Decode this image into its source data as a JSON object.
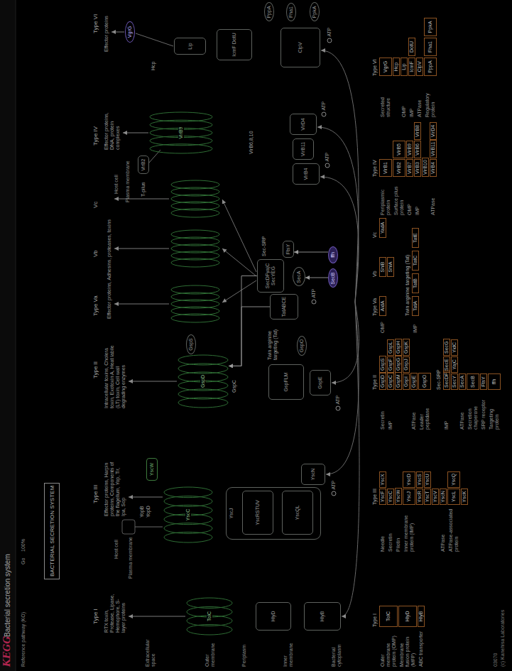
{
  "diagram": {
    "title": "Bacterial secretion system",
    "nodes": [
      {
        "text": [
          "BACTERIAL SECRETION SYSTEM"
        ]
      },
      {
        "text": [
          "TolC"
        ]
      },
      {
        "text": [
          "HlyD"
        ]
      },
      {
        "text": [
          "HlyB"
        ]
      },
      {
        "text": [
          "YscW"
        ]
      },
      {
        "text": [
          "YscC"
        ]
      },
      {
        "text": [
          "YscJ"
        ]
      },
      {
        "text": [
          "YscRSTUV"
        ],
        "in": 6
      },
      {
        "text": [
          "YscQL"
        ],
        "in": 6
      },
      {
        "text": [
          "YscN"
        ]
      },
      {
        "text": [
          "ATP"
        ]
      },
      {
        "text": [
          "GspD"
        ]
      },
      {
        "text": [
          "GspS"
        ]
      },
      {
        "text": [
          "GspFLM"
        ]
      },
      {
        "text": [
          "GspE"
        ]
      },
      {
        "text": [
          "ATP"
        ]
      },
      {
        "text": [
          "GspO"
        ]
      },
      {
        "text": [
          "TatABCE"
        ]
      },
      {
        "text": [
          "SecDFyajC",
          "SecYEG"
        ]
      },
      {
        "text": [
          "FtsY"
        ]
      },
      {
        "text": [
          "SecA"
        ]
      },
      {
        "text": [
          "ATP"
        ]
      },
      {
        "text": [
          "SecB"
        ]
      },
      {
        "text": [
          "ffh"
        ]
      },
      {
        "text": [
          "VirB2"
        ]
      },
      {
        "text": [
          "VirB9"
        ]
      },
      {
        "text": [
          "VirB4"
        ]
      },
      {
        "text": [
          "VirB11"
        ]
      },
      {
        "text": [
          "VirD4"
        ]
      },
      {
        "text": [
          "ATP"
        ]
      },
      {
        "text": [
          "ATP"
        ]
      },
      {
        "text": [
          "VgrG"
        ]
      },
      {
        "text": [
          "Lip"
        ]
      },
      {
        "text": [
          "IcmF DotU"
        ]
      },
      {
        "text": [
          "ClpV"
        ]
      },
      {
        "text": [
          "PppA"
        ]
      },
      {
        "text": [
          "Fha1"
        ]
      },
      {
        "text": [
          "PpkA"
        ]
      },
      {
        "text": [
          "ATP"
        ]
      }
    ],
    "edges": [
      {
        "from": 22,
        "to": 20,
        "arrow": "to"
      },
      {
        "from": 23,
        "to": 19,
        "arrow": "to"
      },
      {
        "from": 18,
        "to": 11,
        "arrow": "to"
      },
      {
        "from": 17,
        "to": 11,
        "arrow": "to"
      }
    ],
    "labels": [
      "KEGG",
      "Reference pathway (KO)",
      "Go",
      "100%",
      "Type I",
      "Type III",
      "Type II",
      "Type Va",
      "Vb",
      "Vc",
      "Type IV",
      "Type VI",
      "Extracellular space",
      "Outer membrane",
      "Periplasm",
      "Inner membrane",
      "Bacterial cytoplasm",
      "RTX toxin, Protease, Lipase, Hemophore, S-layer proteins",
      "Effector proteins, Harpin proteins, Components of the flagellum, Yop, Tir, Ipa, Sop",
      "Intracellular toxins, Cholera toxin, Exotoxin A, Heat labile (LT) toxin, Cell wall degrading enzymes",
      "Effector proteins, Adhesins, proteases, toxins",
      "Effector proteins, DNA, protein complexes",
      "Effector proteins",
      "Host cell",
      "Plasma membrane",
      "Host cell",
      "Plasma membrane",
      "YopB",
      "YopD",
      "GspC",
      "Twin arginine targeting (Tat)",
      "Sec-SRP",
      "T-pilus",
      "VirB6,8,10",
      "Hcp",
      "03070",
      "(c) Kanehisa Laboratories",
      "Type I",
      "Outer membrane protein (OMP)",
      "TolC",
      "Membrane fusion protein (MFP)",
      "HlyD",
      "ABC transporter",
      "HlyB",
      "Type III",
      "Needle",
      "YscF",
      "YscX",
      "Secretin",
      "YscC",
      "Pilotin",
      "YscW",
      "Inner membrane protein (IMP)",
      "YscJ",
      "YscD",
      "YscR",
      "YscS",
      "YscT",
      "YscU",
      "YscV",
      "ATPase",
      "YscN",
      "ATPase-associated protein",
      "YscL",
      "YscQ",
      "YscK",
      "Type II",
      "Secretin",
      "GspD",
      "GspS",
      "IMP",
      "GspC",
      "GspF",
      "GspL",
      "GspM",
      "GspG",
      "GspH",
      "GspI",
      "GspJ",
      "GspK",
      "ATPase",
      "GspE",
      "Leader peptidase",
      "GspO",
      "Sec-SRP",
      "IMP",
      "SecDF",
      "SecE",
      "SecG",
      "SecY",
      "YajC",
      "YidC",
      "ATPase",
      "SecA",
      "Secretion chaperone",
      "SecB",
      "SRP receptor",
      "FtsY",
      "Targeting protein",
      "ffh",
      "Type Va",
      "Vb",
      "Vc",
      "OMP",
      "AidA",
      "ShlB",
      "YadA",
      "ShlA",
      "Twin arginine targeting (Tat)",
      "IMP",
      "TatA",
      "TatB",
      "TatC",
      "TatE",
      "Type IV",
      "Periplasmic protein",
      "VirB1",
      "Surface pilus protein",
      "VirB2",
      "VirB5",
      "OMP",
      "VirB7",
      "VirB9",
      "IMP",
      "VirB3",
      "VirB6",
      "VirB8",
      "VirB10",
      "ATPase",
      "VirB4",
      "VirB11",
      "VirD4",
      "Type VI",
      "Secreted structure",
      "VgrG",
      "Hcp",
      "OMP",
      "Lip",
      "IMP",
      "IcmF",
      "DotU",
      "ATPase",
      "ClpV",
      "Regulatory protein",
      "PppA",
      "Fha1",
      "PpkA"
    ]
  }
}
